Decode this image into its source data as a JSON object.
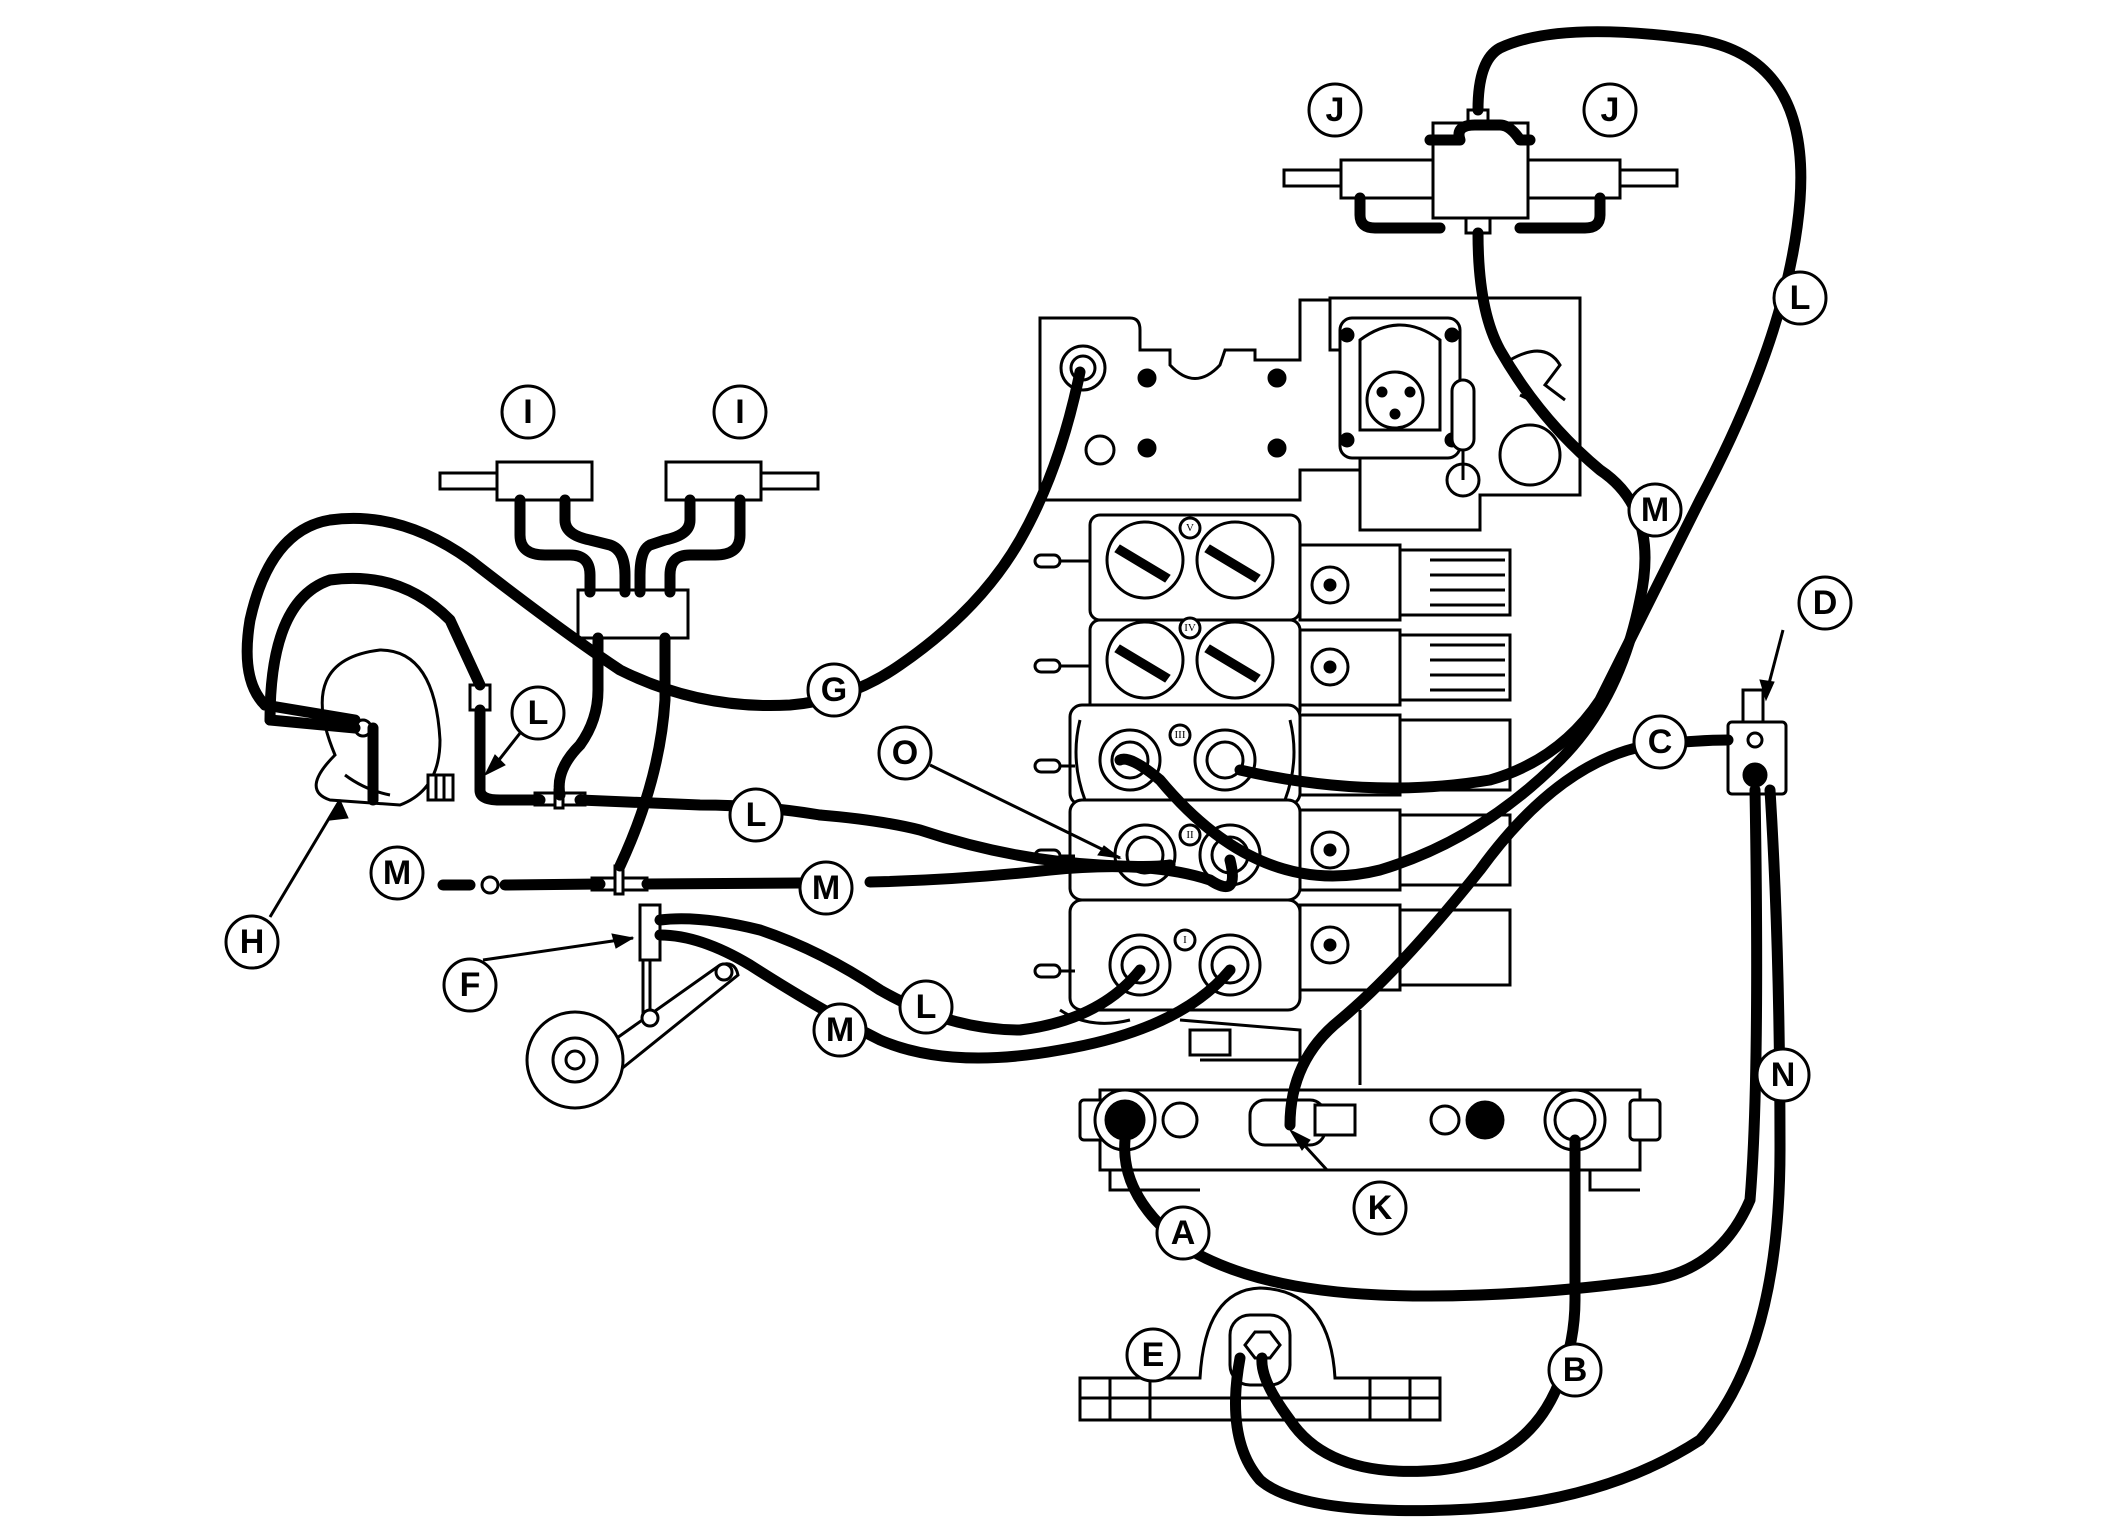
{
  "diagram": {
    "callouts": {
      "A": "A",
      "B": "B",
      "C": "C",
      "D": "D",
      "E": "E",
      "F": "F",
      "G": "G",
      "H": "H",
      "I1": "I",
      "I2": "I",
      "J1": "J",
      "J2": "J",
      "K": "K",
      "L1": "L",
      "L2": "L",
      "L3": "L",
      "L4": "L",
      "M1": "M",
      "M2": "M",
      "M3": "M",
      "M4": "M",
      "N": "N",
      "O": "O"
    },
    "section_marks": {
      "I": "I",
      "II": "II",
      "III": "III",
      "IV": "IV",
      "V": "V"
    }
  }
}
